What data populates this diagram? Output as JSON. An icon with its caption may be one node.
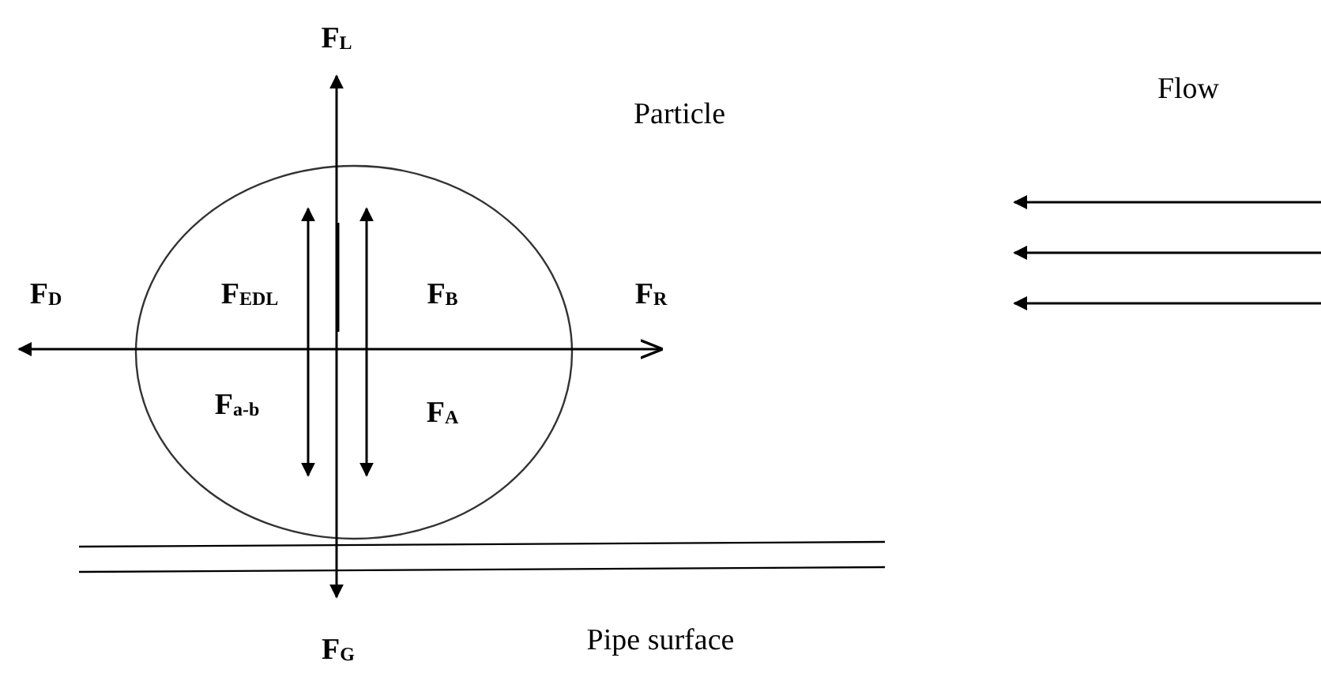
{
  "diagram": {
    "labels": [
      "F$_{L}$",
      "Particle",
      "Flow",
      "F$_{D}$",
      "F$_{EDL}$",
      "F$_{B}$",
      "F$_{R}$",
      "F$_{a-b}$",
      "F$_{A}$",
      "F$_{G}$",
      "Pipe surface"
    ]
  }
}
